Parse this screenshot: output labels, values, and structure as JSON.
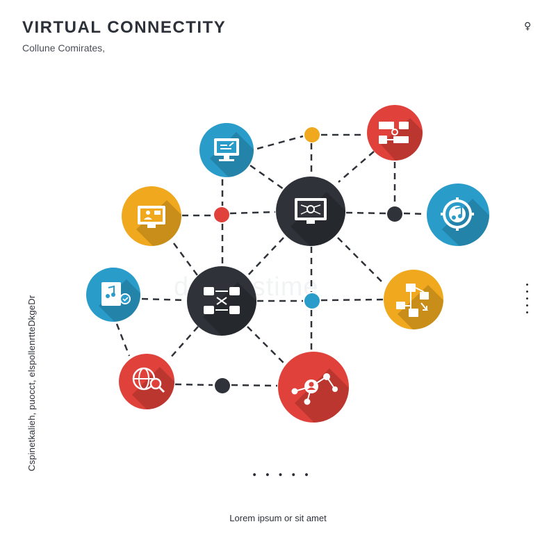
{
  "header": {
    "title": "VIRTUAL CONNECTITY",
    "subtitle": "Collune Comirates,",
    "corner_mark": "♀"
  },
  "side_caption": "Cspinetkalieh, puocct, elspollenrtteDkgeDr",
  "footer_text": "Lorem ipsum or sit amet",
  "footer_dots": "• • • • •",
  "watermark": "dreamstime",
  "colors": {
    "teal": "#2a9cc9",
    "orange": "#f0a81e",
    "red": "#e0413a",
    "dark": "#2f3339",
    "line": "#2f3339"
  },
  "nodes": [
    {
      "id": "monitor-top",
      "icon": "monitor-edit-icon",
      "color": "teal"
    },
    {
      "id": "workflow-top-right",
      "icon": "workflow-chart-icon",
      "color": "red"
    },
    {
      "id": "monitor-left",
      "icon": "monitor-user-icon",
      "color": "orange"
    },
    {
      "id": "hub-center",
      "icon": "monitor-network-icon",
      "color": "dark"
    },
    {
      "id": "music-right",
      "icon": "music-note-icon",
      "color": "teal"
    },
    {
      "id": "music-device-left",
      "icon": "music-device-icon",
      "color": "teal"
    },
    {
      "id": "hub-network",
      "icon": "network-devices-icon",
      "color": "dark"
    },
    {
      "id": "flowchart-right",
      "icon": "flowchart-icon",
      "color": "orange"
    },
    {
      "id": "globe-bottom-left",
      "icon": "globe-search-icon",
      "color": "red"
    },
    {
      "id": "social-bottom",
      "icon": "social-network-icon",
      "color": "red"
    }
  ]
}
